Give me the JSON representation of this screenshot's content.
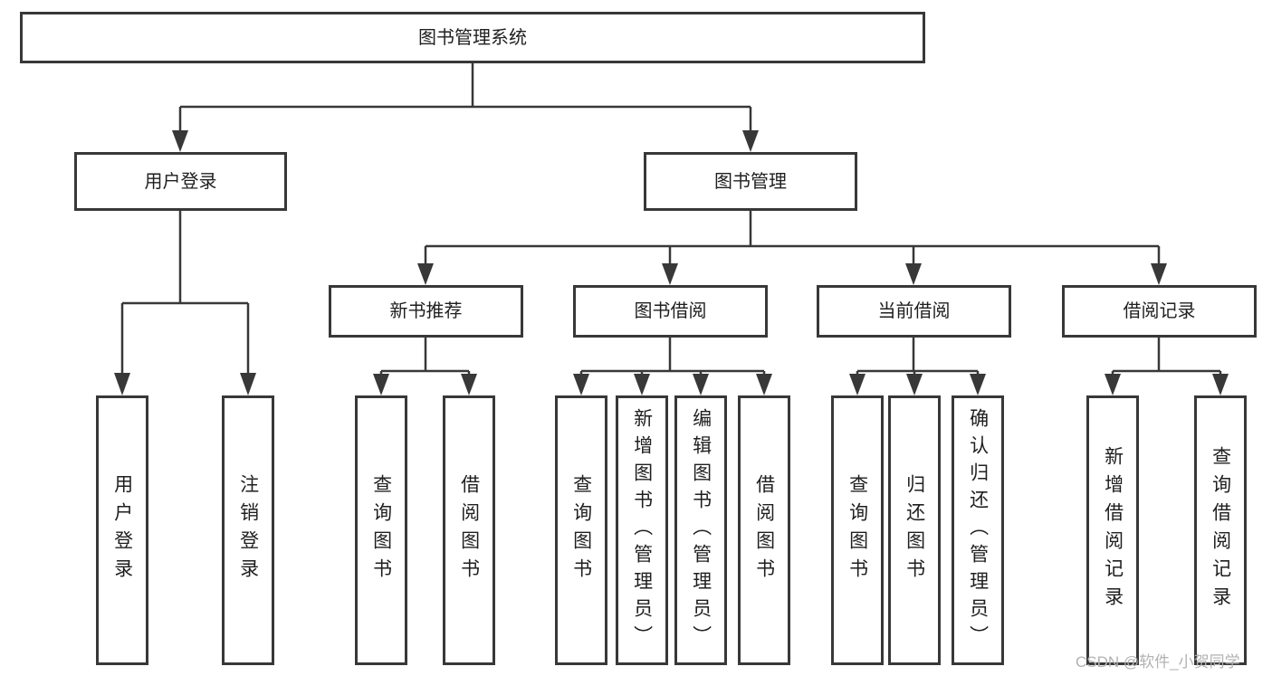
{
  "diagram": {
    "title": "图书管理系统",
    "nodes": [
      {
        "id": "root",
        "label": "图书管理系统"
      },
      {
        "id": "login-branch",
        "label": "用户登录"
      },
      {
        "id": "book-mgmt",
        "label": "图书管理"
      },
      {
        "id": "new-book-rec",
        "label": "新书推荐"
      },
      {
        "id": "book-borrow",
        "label": "图书借阅"
      },
      {
        "id": "current-borrow",
        "label": "当前借阅"
      },
      {
        "id": "borrow-records",
        "label": "借阅记录"
      },
      {
        "id": "user-login",
        "label": "用户登录"
      },
      {
        "id": "logout-login",
        "label": "注销登录"
      },
      {
        "id": "query-books-a",
        "label": "查询图书"
      },
      {
        "id": "borrow-books-a",
        "label": "借阅图书"
      },
      {
        "id": "query-books-b",
        "label": "查询图书"
      },
      {
        "id": "add-books-admin",
        "label": "新增图书（管理员）"
      },
      {
        "id": "edit-books-admin",
        "label": "编辑图书（管理员）"
      },
      {
        "id": "borrow-books-b",
        "label": "借阅图书"
      },
      {
        "id": "query-books-c",
        "label": "查询图书"
      },
      {
        "id": "return-books",
        "label": "归还图书"
      },
      {
        "id": "confirm-return-admin",
        "label": "确认归还（管理员）"
      },
      {
        "id": "add-borrow-record",
        "label": "新增借阅记录"
      },
      {
        "id": "query-borrow-record",
        "label": "查询借阅记录"
      }
    ],
    "edges": {
      "root": [
        "login-branch",
        "book-mgmt"
      ],
      "login-branch": [
        "user-login",
        "logout-login"
      ],
      "book-mgmt": [
        "new-book-rec",
        "book-borrow",
        "current-borrow",
        "borrow-records"
      ],
      "new-book-rec": [
        "query-books-a",
        "borrow-books-a"
      ],
      "book-borrow": [
        "query-books-b",
        "add-books-admin",
        "edit-books-admin",
        "borrow-books-b"
      ],
      "current-borrow": [
        "query-books-c",
        "return-books",
        "confirm-return-admin"
      ],
      "borrow-records": [
        "add-borrow-record",
        "query-borrow-record"
      ]
    },
    "colors": {
      "line": "#383838",
      "box_border": "#383838",
      "box_fill": "#ffffff",
      "text": "#1f1f1f",
      "background": "#ffffff",
      "watermark": "#b2b2b2"
    }
  },
  "watermark": {
    "text": "CSDN @软件_小贺同学"
  }
}
